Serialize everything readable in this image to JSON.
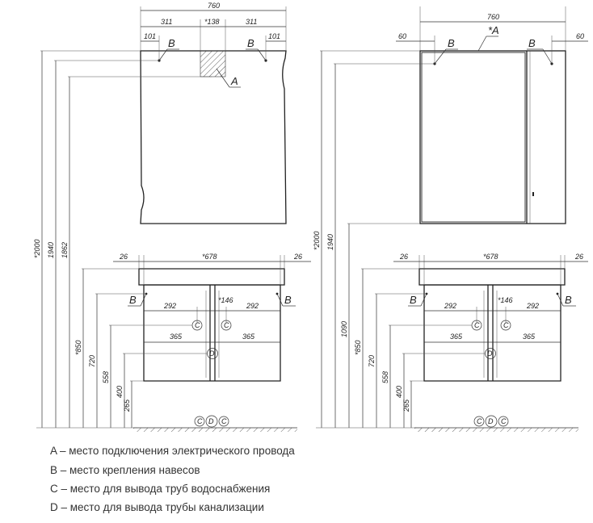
{
  "left": {
    "width": "760",
    "mirror_left": "311",
    "mirror_center": "*138",
    "mirror_right": "311",
    "edge_left": "101",
    "edge_right": "101",
    "label_a": "A",
    "label_b": "B",
    "cab_edge_left": "26",
    "cab_width": "*678",
    "cab_edge_right": "26",
    "pipe_left": "292",
    "pipe_center": "*146",
    "pipe_right": "292",
    "drain_left": "365",
    "drain_right": "365",
    "heights": [
      "*2000",
      "1940",
      "1862",
      "*850",
      "720",
      "558",
      "400",
      "265"
    ],
    "label_c": "C",
    "label_d": "D"
  },
  "right": {
    "width": "760",
    "edge_left": "60",
    "edge_right": "60",
    "label_a": "*A",
    "label_b": "B",
    "cab_edge_left": "26",
    "cab_width": "*678",
    "cab_edge_right": "26",
    "pipe_left": "292",
    "pipe_center": "*146",
    "pipe_right": "292",
    "drain_left": "365",
    "drain_right": "365",
    "heights": [
      "*2000",
      "1940",
      "1090",
      "*850",
      "720",
      "558",
      "400",
      "265"
    ],
    "label_c": "C",
    "label_d": "D"
  },
  "legend": [
    "A – место подключения электрического провода",
    "B – место крепления навесов",
    "C – место для вывода труб водоснабжения",
    "D – место для вывода трубы канализации"
  ]
}
